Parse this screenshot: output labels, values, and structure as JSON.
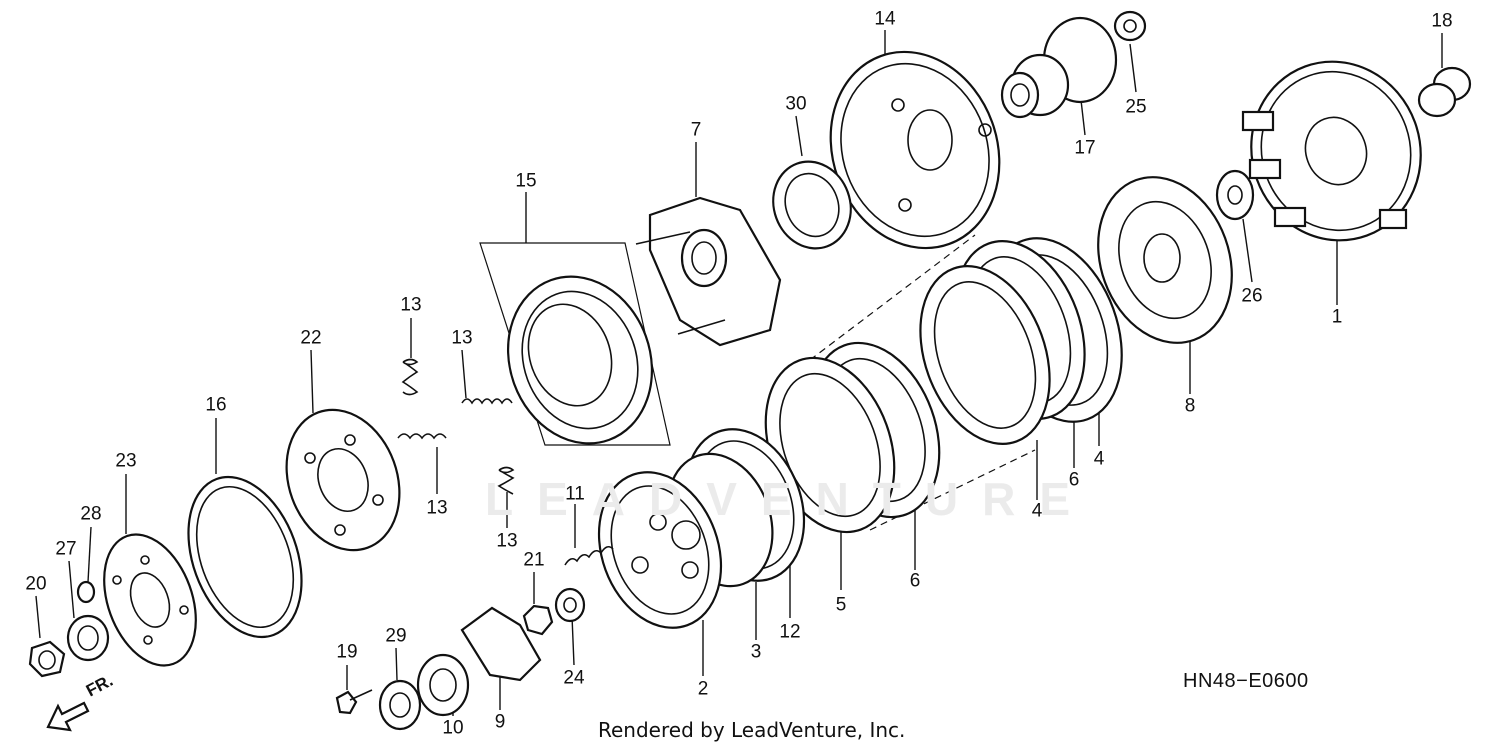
{
  "diagram": {
    "code": "HN48−E0600",
    "footer": "Rendered by LeadVenture, Inc.",
    "direction_label": "FR.",
    "watermark": "LEADVENTURE",
    "callouts": [
      "1",
      "2",
      "3",
      "4",
      "4",
      "5",
      "6",
      "6",
      "7",
      "8",
      "9",
      "10",
      "11",
      "12",
      "13",
      "13",
      "13",
      "13",
      "14",
      "15",
      "16",
      "17",
      "18",
      "19",
      "20",
      "21",
      "22",
      "23",
      "24",
      "25",
      "26",
      "27",
      "28",
      "29",
      "30"
    ]
  }
}
